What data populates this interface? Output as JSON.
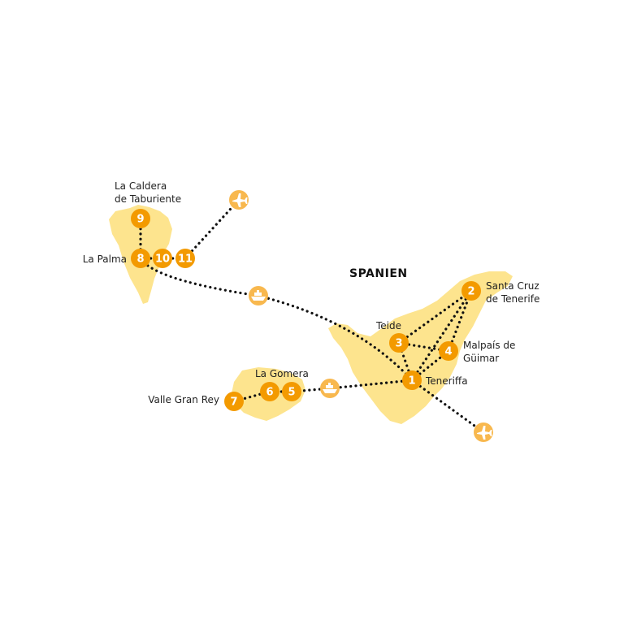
{
  "country_label": "SPANIEN",
  "colors": {
    "island": "#fde48e",
    "stop": "#f39a00",
    "transport": "#f8b84e",
    "route": "#111111",
    "text": "#222222"
  },
  "islands": [
    {
      "name": "La Palma"
    },
    {
      "name": "La Gomera"
    },
    {
      "name": "Teneriffa"
    }
  ],
  "stops": [
    {
      "num": "1",
      "label_lines": [
        "Teneriffa"
      ]
    },
    {
      "num": "2",
      "label_lines": [
        "Santa Cruz",
        "de Tenerife"
      ]
    },
    {
      "num": "3",
      "label_lines": [
        "Teide"
      ]
    },
    {
      "num": "4",
      "label_lines": [
        "Malpaís de",
        "Güimar"
      ]
    },
    {
      "num": "5",
      "label_lines": []
    },
    {
      "num": "6",
      "label_lines": [
        "La Gomera"
      ]
    },
    {
      "num": "7",
      "label_lines": [
        "Valle Gran Rey"
      ]
    },
    {
      "num": "8",
      "label_lines": [
        "La Palma"
      ]
    },
    {
      "num": "9",
      "label_lines": [
        "La Caldera",
        "de Taburiente"
      ]
    },
    {
      "num": "10",
      "label_lines": []
    },
    {
      "num": "11",
      "label_lines": []
    }
  ],
  "transport": [
    {
      "icon": "airplane-icon",
      "name": "airport-la-palma"
    },
    {
      "icon": "ferry-icon",
      "name": "ferry-la-palma-tenerife"
    },
    {
      "icon": "ferry-icon",
      "name": "ferry-la-gomera-tenerife"
    },
    {
      "icon": "airplane-icon",
      "name": "airport-tenerife-south"
    }
  ]
}
